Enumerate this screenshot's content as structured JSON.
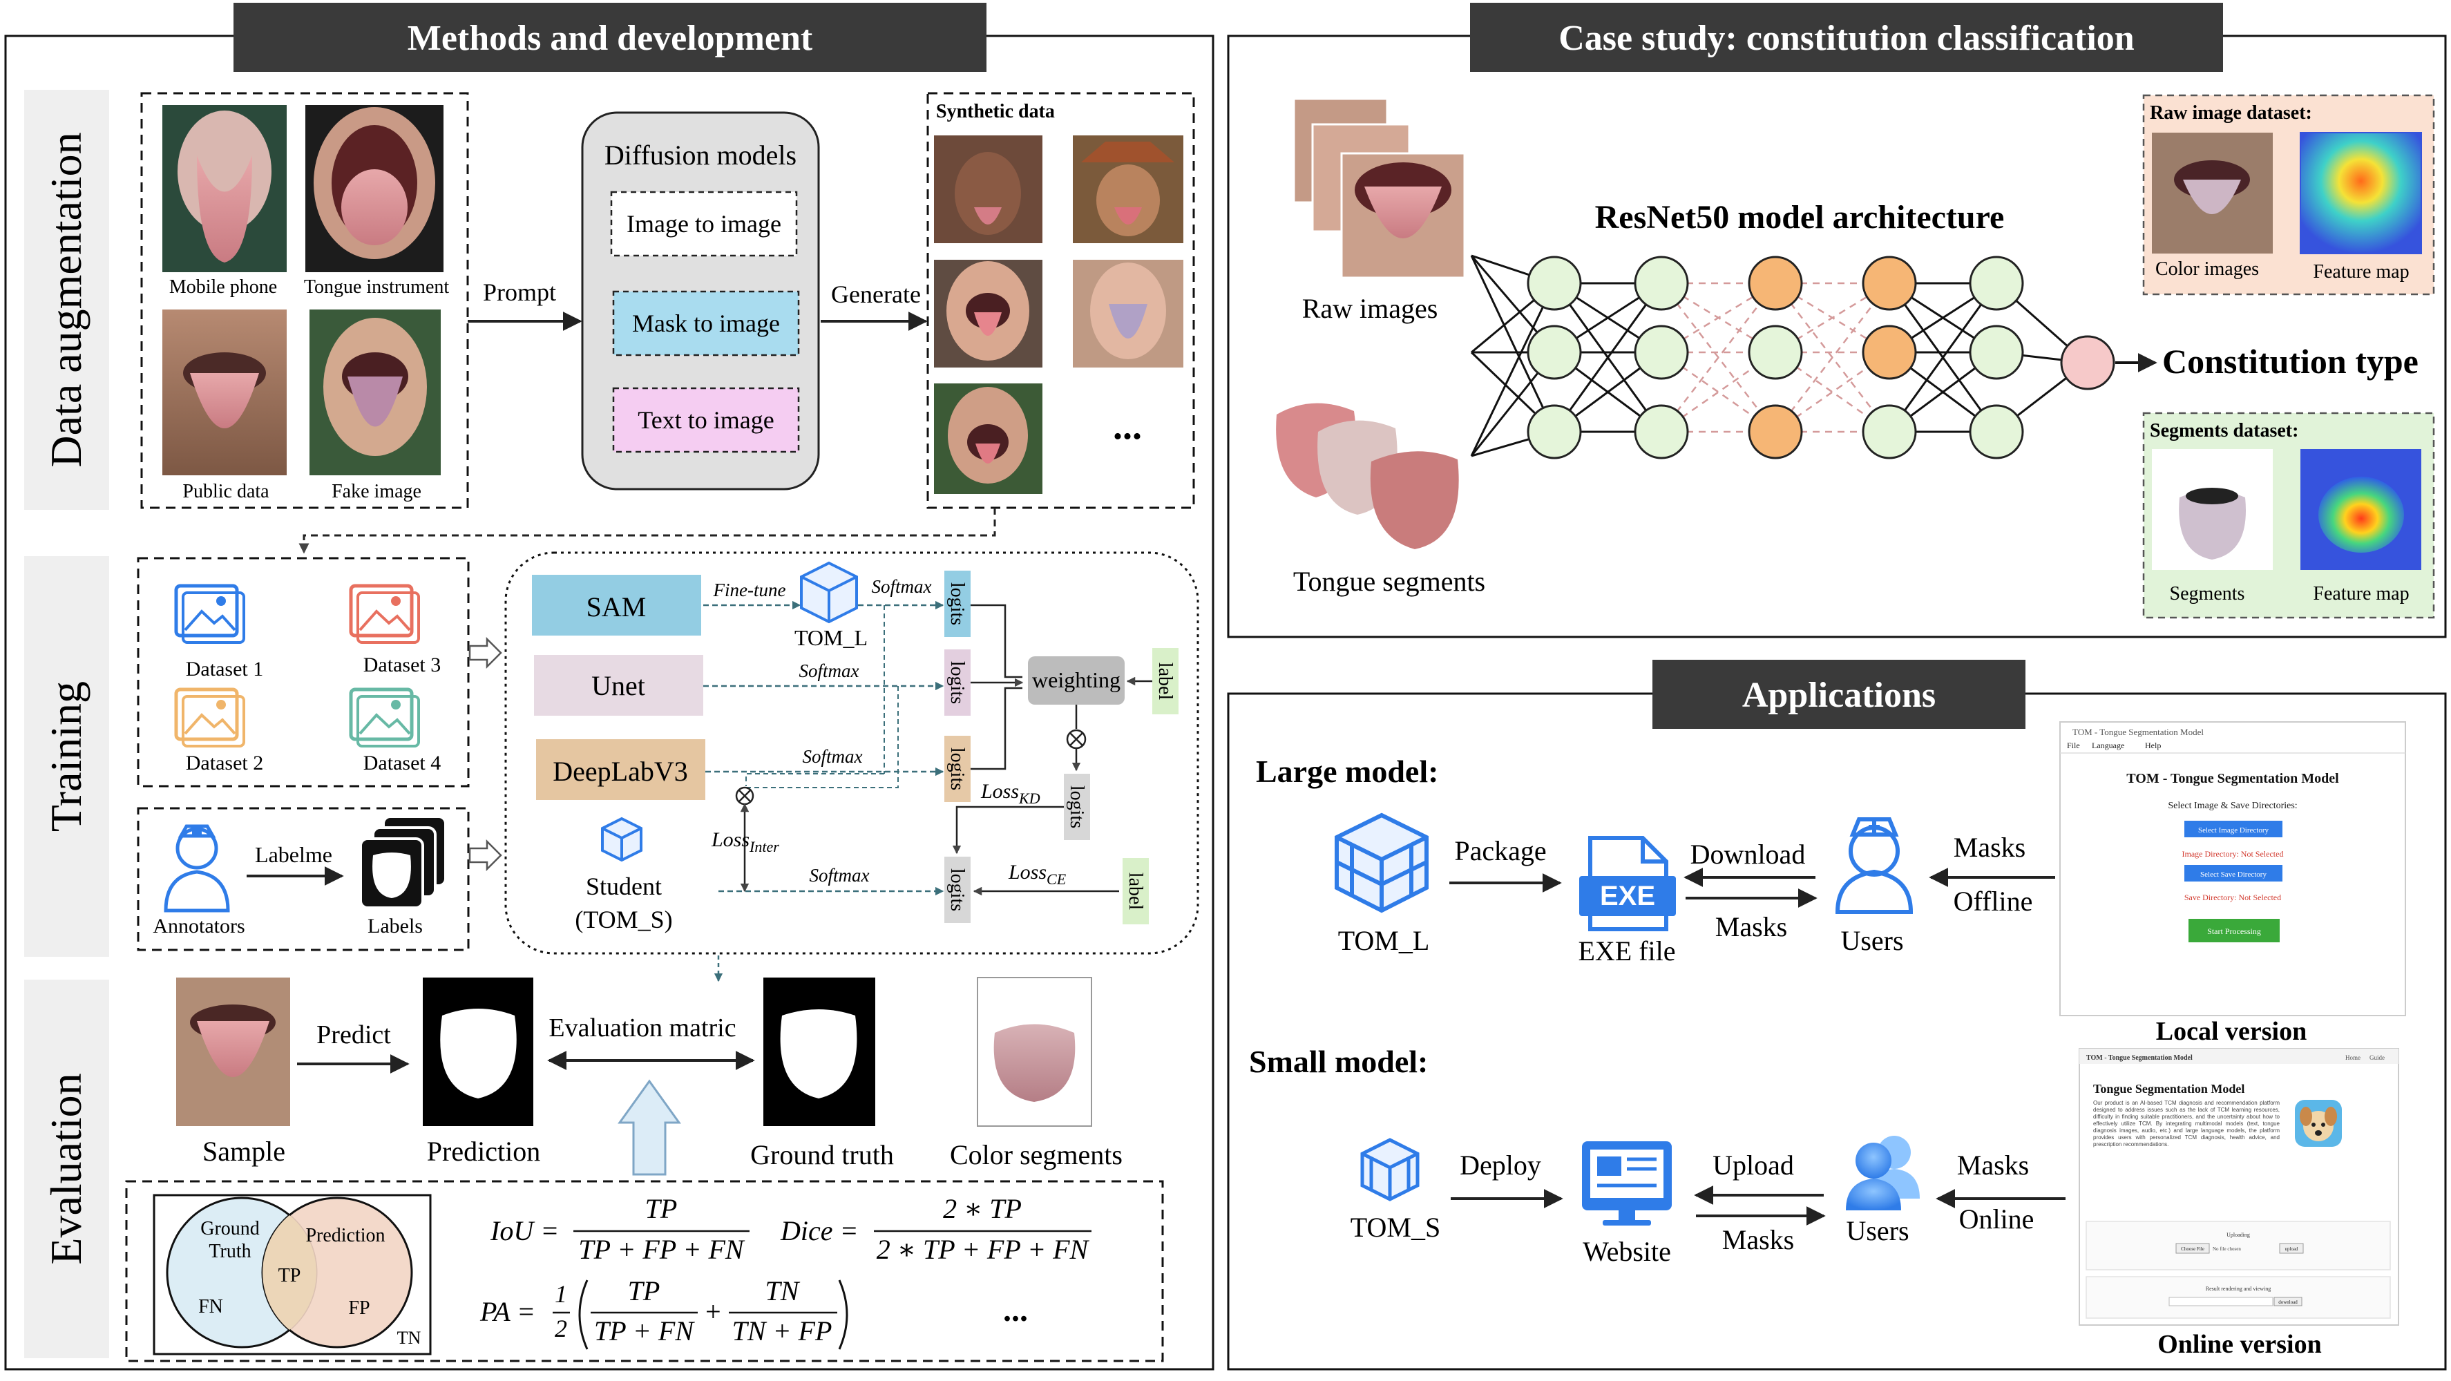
{
  "left_panel": {
    "title": "Methods and development",
    "sections": {
      "augmentation": "Data augmentation",
      "training": "Training",
      "evaluation": "Evaluation"
    },
    "augmentation": {
      "sources": [
        "Mobile phone",
        "Tongue instrument",
        "Public data",
        "Fake image"
      ],
      "prompt_label": "Prompt",
      "diffusion_title": "Diffusion models",
      "diffusion_items": [
        "Image to image",
        "Mask to image",
        "Text to image"
      ],
      "generate_label": "Generate",
      "synthetic_title": "Synthetic data",
      "synthetic_more": "..."
    },
    "training": {
      "datasets": [
        "Dataset 1",
        "Dataset 3",
        "Dataset 2",
        "Dataset 4"
      ],
      "annotators": "Annotators",
      "labelme": "Labelme",
      "labels": "Labels",
      "models": [
        "SAM",
        "Unet",
        "DeepLabV3"
      ],
      "finetune": "Fine-tune",
      "softmax": "Softmax",
      "tom_l": "TOM_L",
      "logits": "logits",
      "weighting": "weighting",
      "label": "label",
      "loss_kd_main": "Loss",
      "loss_kd_sub": "KD",
      "loss_inter_main": "Loss",
      "loss_inter_sub": "Inter",
      "loss_ce_main": "Loss",
      "loss_ce_sub": "CE",
      "student": "Student",
      "student_name": "(TOM_S)",
      "otimes": "⊗"
    },
    "evaluation": {
      "sample": "Sample",
      "predict": "Predict",
      "prediction": "Prediction",
      "eval_metric": "Evaluation matric",
      "ground_truth": "Ground truth",
      "color_segments": "Color segments",
      "venn": {
        "gt_line1": "Ground",
        "gt_line2": "Truth",
        "pred": "Prediction",
        "tp": "TP",
        "fn": "FN",
        "fp": "FP",
        "tn": "TN"
      },
      "formulas": {
        "iou_lhs": "IoU =",
        "iou_num": "TP",
        "iou_den": "TP + FP + FN",
        "dice_lhs": "Dice =",
        "dice_num": "2 ∗ TP",
        "dice_den": "2 ∗ TP + FP + FN",
        "pa_lhs": "PA =",
        "pa_half_num": "1",
        "pa_half_den": "2",
        "pa_num1": "TP",
        "pa_den1": "TP + FN",
        "pa_plus": "+",
        "pa_num2": "TN",
        "pa_den2": "TN + FP",
        "more": "..."
      }
    }
  },
  "case_panel": {
    "title": "Case study: constitution classification",
    "raw_images": "Raw images",
    "tongue_segments": "Tongue segments",
    "model_title": "ResNet50 model architecture",
    "output": "Constitution type",
    "raw_dataset": {
      "title": "Raw image dataset:",
      "left": "Color images",
      "right": "Feature map"
    },
    "seg_dataset": {
      "title": "Segments dataset:",
      "left": "Segments",
      "right": "Feature map"
    }
  },
  "app_panel": {
    "title": "Applications",
    "large_label": "Large model:",
    "small_label": "Small model:",
    "large": {
      "model": "TOM_L",
      "package": "Package",
      "exe_badge": "EXE",
      "exe_file": "EXE file",
      "download": "Download",
      "masks_back": "Masks",
      "users": "Users",
      "masks_in": "Masks",
      "mode": "Offline",
      "version": "Local version"
    },
    "small": {
      "model": "TOM_S",
      "deploy": "Deploy",
      "website": "Website",
      "upload": "Upload",
      "masks_back": "Masks",
      "users": "Users",
      "masks_in": "Masks",
      "mode": "Online",
      "version": "Online version"
    },
    "local_window": {
      "titlebar": "TOM - Tongue Segmentation Model",
      "menu": [
        "File",
        "Language",
        "Help"
      ],
      "heading": "TOM - Tongue Segmentation Model",
      "sub": "Select Image & Save Directories:",
      "btn1": "Select Image Directory",
      "status1": "Image Directory: Not Selected",
      "btn2": "Select Save Directory",
      "status2": "Save Directory: Not Selected",
      "btn3": "Start Processing"
    },
    "online_window": {
      "header": "TOM - Tongue Segmentation Model",
      "nav": [
        "Home",
        "Guide"
      ],
      "heading": "Tongue Segmentation Model",
      "desc": "Our product is an AI-based TCM diagnosis and recommendation platform designed to address issues such as the lack of TCM learning resources, difficulty in finding suitable practitioners, and the uncertainty about how to effectively utilize TCM. By integrating multimodal models (text, tongue diagnosis images, audio, etc.) and large language models, the platform provides users with personalized TCM diagnosis, health advice, and prescription recommendations.",
      "upload_heading": "Uploading",
      "choose": "Choose File",
      "no_file": "No file chosen",
      "upload_btn": "upload",
      "result_heading": "Result rendering and viewing",
      "download_btn": "download"
    }
  },
  "colors": {
    "title_bar": "#3a3a3a",
    "sam": "#93cde3",
    "unet": "#e7dae3",
    "deeplab": "#e5c6a1",
    "logits_blue": "#93cde3",
    "logits_pink": "#e3cfdf",
    "logits_tan": "#e6c9a7",
    "logits_grey": "#d7d7d7",
    "label_green": "#d9f0c9",
    "weighting": "#bcbcbc",
    "mask_item": "#a9dcef",
    "text_item": "#f5cdf2",
    "node_green": "#e5f5da",
    "node_orange": "#f6b675",
    "node_pink": "#f6c9c9",
    "raw_dataset_bg": "#fbe1d2",
    "seg_dataset_bg": "#e1f3d9",
    "icon_blue": "#2f7ce8",
    "venn_gt": "#dcedf5",
    "venn_pred": "#f2d5c4"
  }
}
